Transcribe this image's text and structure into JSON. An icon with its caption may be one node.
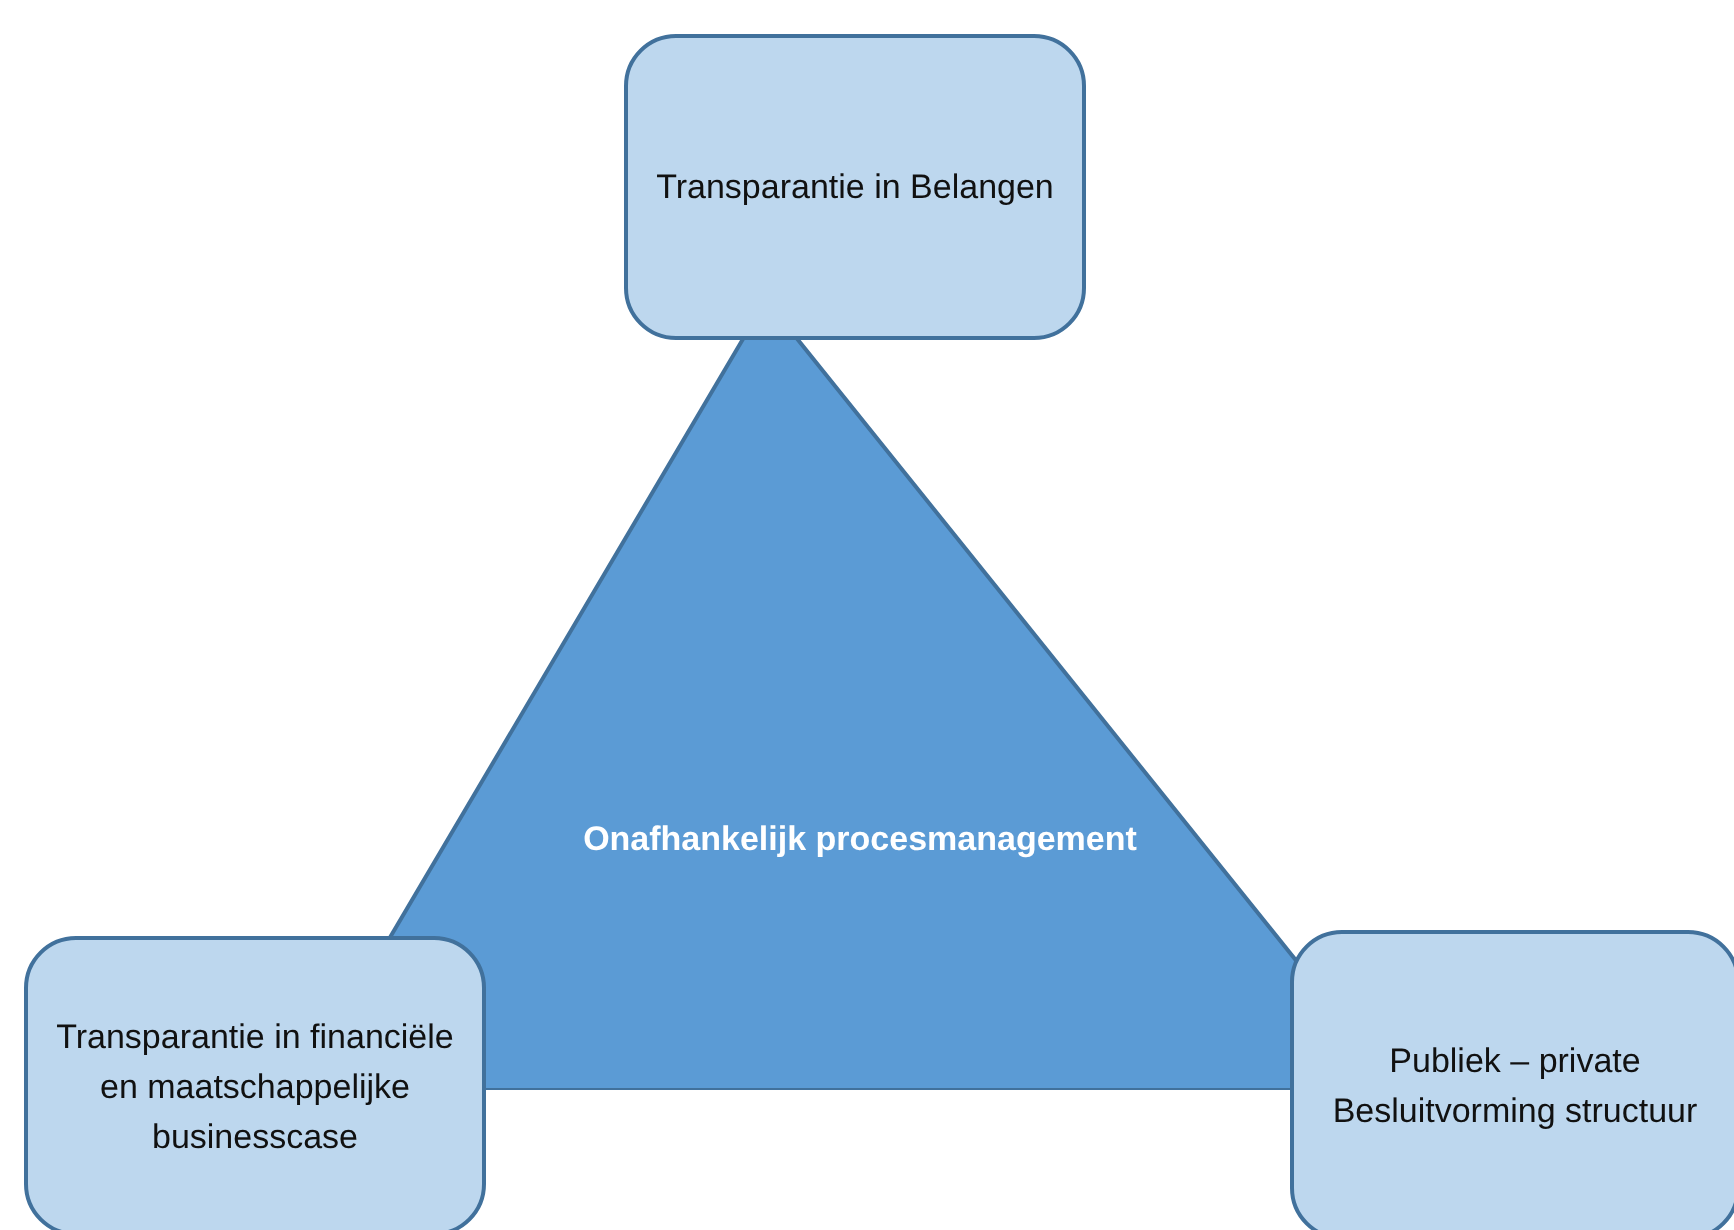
{
  "diagram": {
    "nodes": [
      {
        "text": [
          "Transparantie in Belangen"
        ]
      },
      {
        "text": [
          "Onafhankelijk procesmanagement"
        ]
      },
      {
        "text": [
          "Transparantie in financiële en maatschappelijke businesscase"
        ]
      },
      {
        "text": [
          "Publiek – private Besluitvorming structuur"
        ]
      }
    ]
  }
}
